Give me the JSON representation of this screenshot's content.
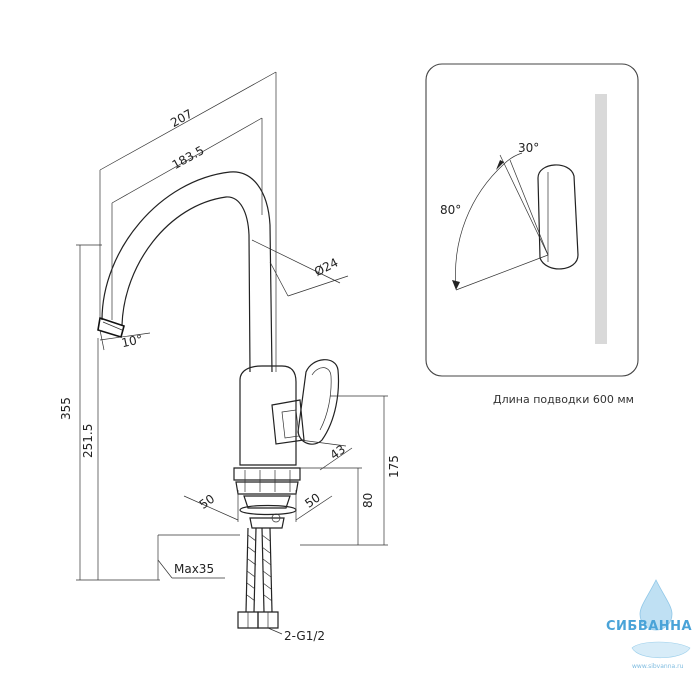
{
  "dimensions": {
    "d207": "207",
    "d183_5": "183.5",
    "d24": "Ø24",
    "d10deg": "10°",
    "d355": "355",
    "d251_5": "251.5",
    "d43": "43",
    "d175": "175",
    "d50_left": "50",
    "d50_right": "50",
    "d80": "80",
    "max35": "Max35",
    "hose": "2-G1/2"
  },
  "top_view": {
    "angle_30": "30°",
    "angle_80": "80°",
    "caption": "Длина подводки 600 мм"
  },
  "logo": {
    "name": "СИБВАННА",
    "url": "www.sibvanna.ru"
  },
  "colors": {
    "line": "#222222",
    "logo": "#4aa3d8",
    "panel_border": "#444444",
    "grey_bar": "#d9d9d9"
  }
}
